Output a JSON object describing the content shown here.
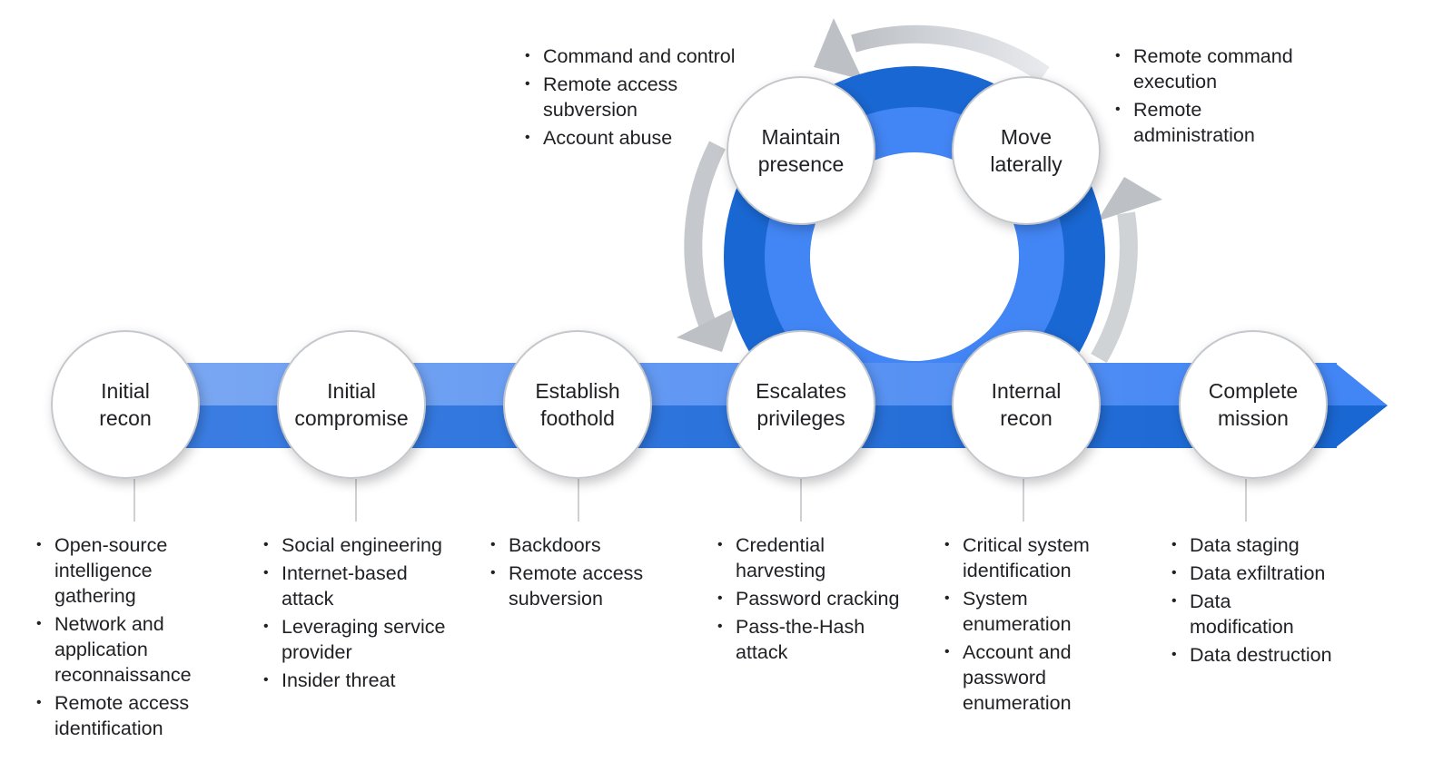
{
  "colors": {
    "band_light": "#7aa7f2",
    "band_blue": "#4285f4",
    "band_dark": "#1967d2",
    "arrow_gray": "#bdc1c6",
    "circle_border": "#c4c7cb"
  },
  "stages": [
    {
      "id": "initial-recon",
      "label_lines": [
        "Initial",
        "recon"
      ],
      "items": [
        "Open-source intelligence gathering",
        "Network and application reconnaissance",
        "Remote access identification"
      ]
    },
    {
      "id": "initial-compromise",
      "label_lines": [
        "Initial",
        "compromise"
      ],
      "items": [
        "Social engineering",
        "Internet-based attack",
        "Leveraging service provider",
        "Insider threat"
      ]
    },
    {
      "id": "establish-foothold",
      "label_lines": [
        "Establish",
        "foothold"
      ],
      "items": [
        "Backdoors",
        "Remote access subversion"
      ]
    },
    {
      "id": "escalates-privileges",
      "label_lines": [
        "Escalates",
        "privileges"
      ],
      "items": [
        "Credential harvesting",
        "Password cracking",
        "Pass-the-Hash attack"
      ]
    },
    {
      "id": "internal-recon",
      "label_lines": [
        "Internal",
        "recon"
      ],
      "items": [
        "Critical system identification",
        "System enumeration",
        "Account and password enumeration"
      ]
    },
    {
      "id": "complete-mission",
      "label_lines": [
        "Complete",
        "mission"
      ],
      "items": [
        "Data staging",
        "Data exfiltration",
        "Data modification",
        "Data destruction"
      ]
    }
  ],
  "cycle": [
    {
      "id": "maintain-presence",
      "label_lines": [
        "Maintain",
        "presence"
      ],
      "items": [
        "Command and control",
        "Remote access subversion",
        "Account abuse"
      ]
    },
    {
      "id": "move-laterally",
      "label_lines": [
        "Move",
        "laterally"
      ],
      "items": [
        "Remote command execution",
        "Remote administration"
      ]
    }
  ]
}
